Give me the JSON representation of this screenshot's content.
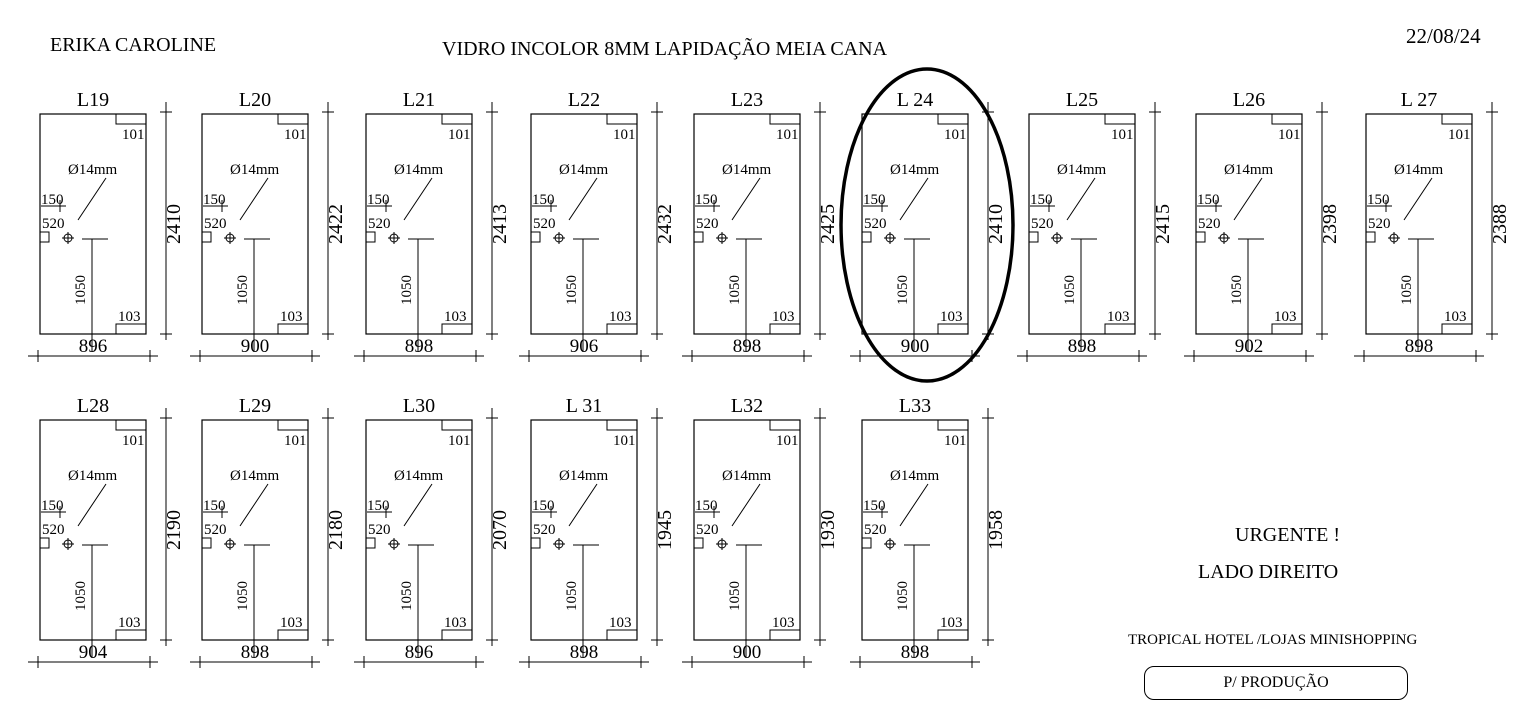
{
  "header": {
    "client": "ERIKA CAROLINE",
    "spec": "VIDRO INCOLOR 8MM   LAPIDAÇÃO MEIA CANA",
    "date": "22/08/24"
  },
  "common_labels": {
    "top_corner": "101",
    "bottom_corner": "103",
    "hole_diameter": "Ø14mm",
    "offset_x": "150",
    "offset_y": "520",
    "hole_height": "1050"
  },
  "panels": [
    {
      "id": "L19",
      "width": "896",
      "height": "2410"
    },
    {
      "id": "L20",
      "width": "900",
      "height": "2422"
    },
    {
      "id": "L21",
      "width": "898",
      "height": "2413"
    },
    {
      "id": "L22",
      "width": "906",
      "height": "2432"
    },
    {
      "id": "L23",
      "width": "898",
      "height": "2425"
    },
    {
      "id": "L 24",
      "width": "900",
      "height": "2410",
      "circled": true
    },
    {
      "id": "L25",
      "width": "898",
      "height": "2415"
    },
    {
      "id": "L26",
      "width": "902",
      "height": "2398"
    },
    {
      "id": "L 27",
      "width": "898",
      "height": "2388"
    },
    {
      "id": "L28",
      "width": "904",
      "height": "2190"
    },
    {
      "id": "L29",
      "width": "898",
      "height": "2180"
    },
    {
      "id": "L30",
      "width": "896",
      "height": "2070"
    },
    {
      "id": "L 31",
      "width": "898",
      "height": "1945"
    },
    {
      "id": "L32",
      "width": "900",
      "height": "1930"
    },
    {
      "id": "L33",
      "width": "898",
      "height": "1958"
    }
  ],
  "notes": {
    "urgent": "URGENTE !",
    "side": "LADO DIREITO",
    "project": "TROPICAL HOTEL /LOJAS MINISHOPPING",
    "status": "P/ PRODUÇÃO"
  }
}
